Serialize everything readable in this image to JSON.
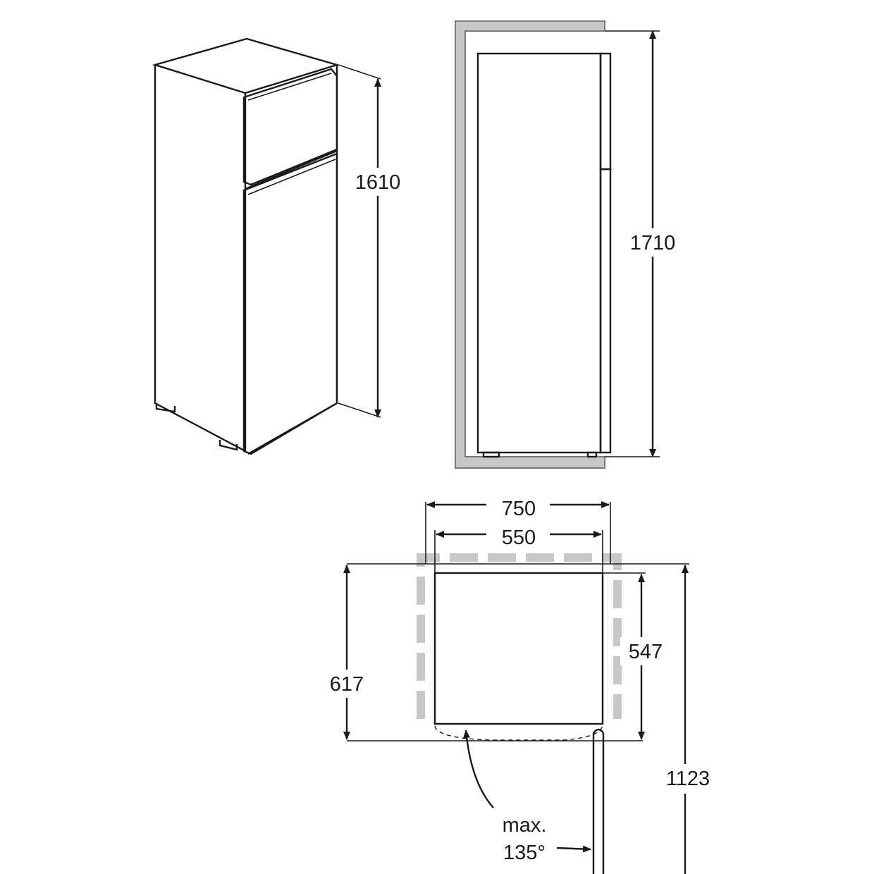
{
  "dimensions": {
    "height_appliance": "1610",
    "height_niche": "1710",
    "width_total": "750",
    "width_appliance": "550",
    "depth_appliance": "547",
    "depth_total": "617",
    "depth_door_open": "1123"
  },
  "door_angle": {
    "line1": "max.",
    "line2": "135°"
  },
  "colors": {
    "line": "#1a1a1a",
    "wall_fill": "#c8c8c8",
    "wall_stroke": "#7a7a7a",
    "background": "#ffffff"
  }
}
